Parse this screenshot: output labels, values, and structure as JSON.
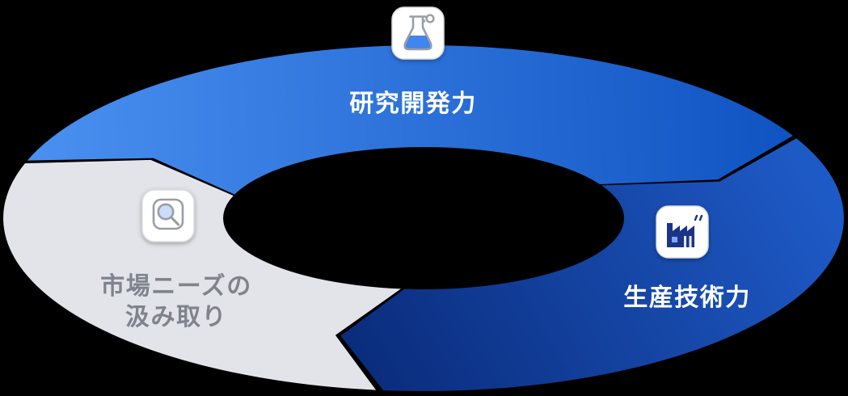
{
  "diagram": {
    "type": "cycle",
    "flow": "clockwise",
    "background_color": "#000000",
    "segments": [
      {
        "id": "research",
        "label": "研究開発力",
        "icon": "flask-icon",
        "text_color": "#ffffff",
        "gradient": {
          "from": "#4a90f0",
          "to": "#0f53c2"
        }
      },
      {
        "id": "production",
        "label": "生産技術力",
        "icon": "factory-icon",
        "text_color": "#ffffff",
        "gradient": {
          "from": "#1e5ac6",
          "to": "#0a2c7c"
        }
      },
      {
        "id": "market-needs",
        "label": "市場ニーズの汲み取り",
        "label_lines": [
          "市場ニーズの",
          "汲み取り"
        ],
        "icon": "magnifier-icon",
        "text_color": "#7f848c",
        "fill": "#e2e4e9"
      }
    ],
    "icon_tile": {
      "background": "#ffffff",
      "border_color": "#d8dade"
    },
    "icon_colors": {
      "glyph_stroke": "#989ea7",
      "flask_liquid": "#3f86ee",
      "lens_fill": "#cadcf8",
      "factory_fill": "#1a3489",
      "factory_window": "#7fa7f3"
    }
  }
}
